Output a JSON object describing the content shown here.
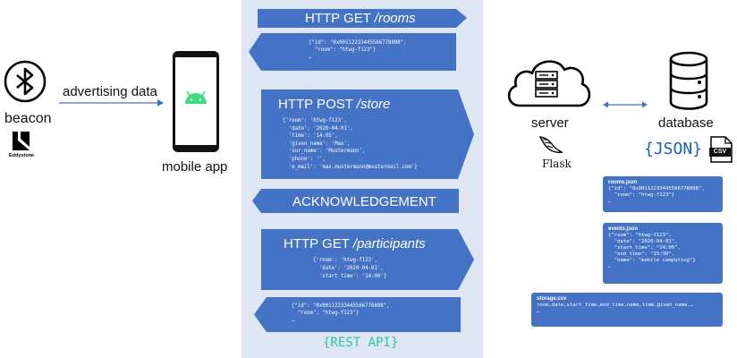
{
  "beacon": {
    "label": "beacon",
    "logo_text": "Eddystone",
    "arrow_label": "advertising data"
  },
  "mobile": {
    "label": "mobile app"
  },
  "rest": {
    "get_rooms": "HTTP GET /rooms",
    "get_rooms_method": "HTTP GET ",
    "get_rooms_path": "/rooms",
    "rooms_response": "{\"id\": \"0x00112233445566778898\",\n  \"room\": \"htwg-f123\"}\n…",
    "post_store_method": "HTTP POST ",
    "post_store_path": "/store",
    "post_store_body": "{'room': 'htwg-f123',\n  'date': '2020-04-01',\n  'time': '14:05',\n  'given_name': 'Max',\n  'sur_name': 'Mustermann',\n  'phone': '',\n  'e_mail': 'max.mustermann@mustermail.com'}",
    "ack": "ACKNOWLEDGEMENT",
    "get_participants_method": "HTTP GET ",
    "get_participants_path": "/participants",
    "get_participants_body": "{'room': 'htwg-f123',\n  'date': '2020-04-01',\n  'start_time': '14:00'}",
    "participants_response": "{\"id\": \"0x00112233445566778898\",\n  \"room\": \"htwg-f123\"}\n…",
    "api_label": "{REST API}"
  },
  "server": {
    "label": "server",
    "flask_label": "Flask"
  },
  "database": {
    "label": "database",
    "json_label": "{JSON}",
    "csv_label": "CSV"
  },
  "files": [
    {
      "title": "rooms.json",
      "body": "{\"id\": \"0x00112233445566778898\",\n  \"room\": \"htwg-f123\"}\n…"
    },
    {
      "title": "events.json",
      "body": "{\"room\": \"htwg-f123\",\n  \"date\": \"2020-04-01\",\n  \"start_time\": \"14:00\",\n  \"end_time\": \"15:30\",\n  \"name\": \"mobile computing\"}\n…"
    },
    {
      "title": "storage.csv",
      "body": "room,date,start_time,end_time,name,time,given_name,…\n…"
    }
  ],
  "colors": {
    "accent": "#4472c4",
    "panel": "#dde6f2",
    "android_green": "#3ddc84",
    "rest_api_green": "#2cc7a4"
  }
}
